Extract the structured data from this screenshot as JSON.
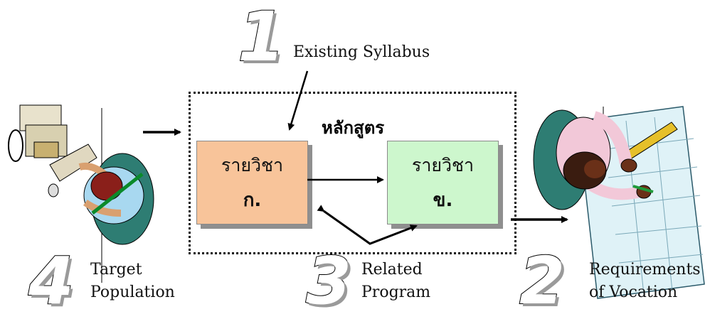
{
  "center_title": "หลักสูตร",
  "course_a": {
    "title": "รายวิชา",
    "code": "ก."
  },
  "course_b": {
    "title": "รายวิชา",
    "code": "ข."
  },
  "step1": {
    "number": "1",
    "label": "Existing Syllabus"
  },
  "step2": {
    "number": "2",
    "label_line1": "Requirements",
    "label_line2": "of Vocation"
  },
  "step3": {
    "number": "3",
    "label_line1": "Related",
    "label_line2": "Program"
  },
  "step4": {
    "number": "4",
    "label_line1": "Target",
    "label_line2": "Population"
  },
  "colors": {
    "course_a_fill": "#f8c49a",
    "course_b_fill": "#cdf7cd"
  }
}
